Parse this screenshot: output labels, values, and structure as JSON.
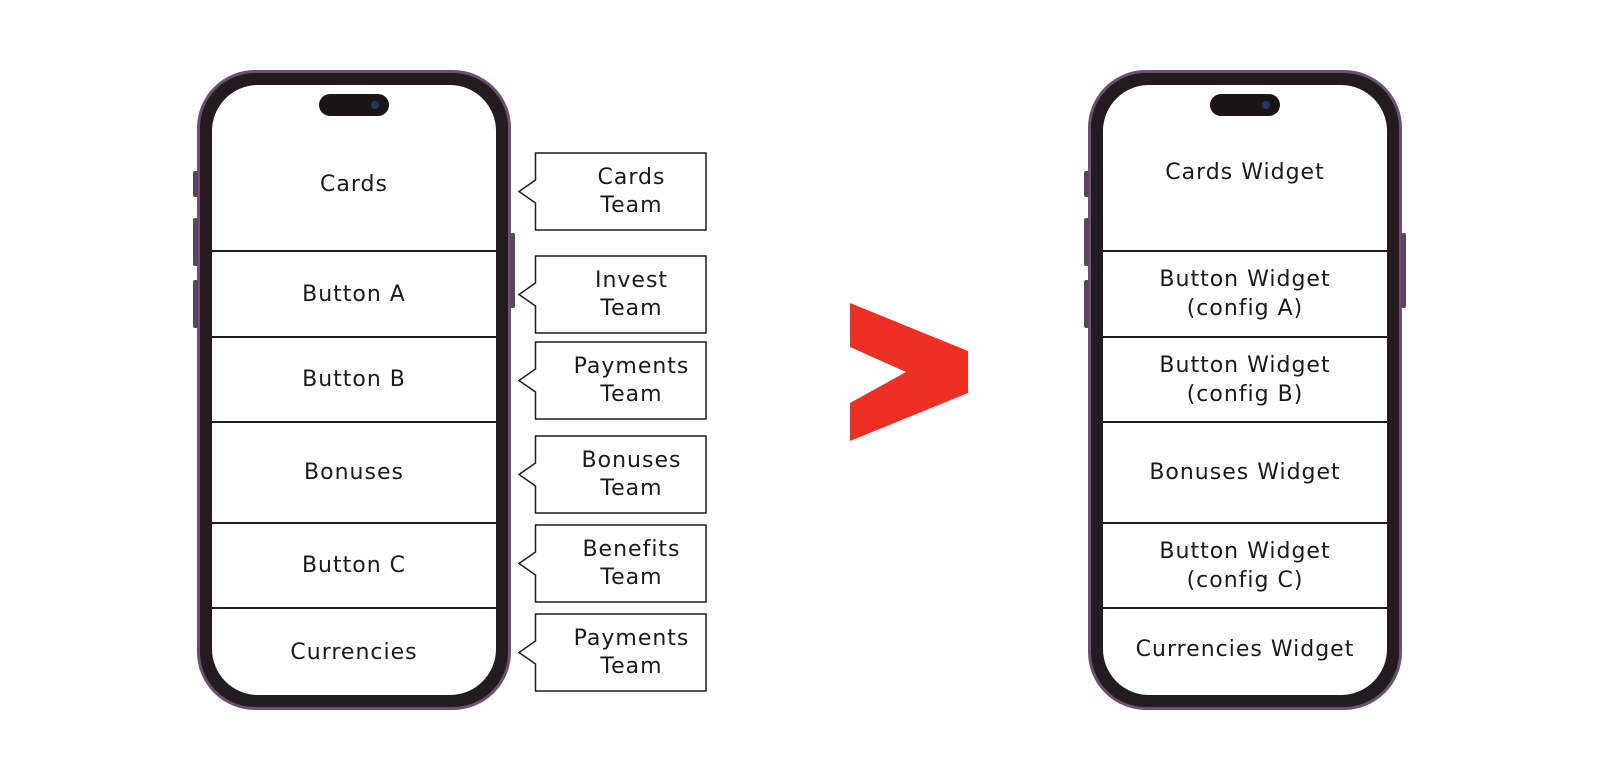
{
  "left_phone": {
    "sections": [
      "Cards",
      "Button A",
      "Button B",
      "Bonuses",
      "Button C",
      "Currencies"
    ]
  },
  "teams": [
    "Cards\nTeam",
    "Invest\nTeam",
    "Payments\nTeam",
    "Bonuses\nTeam",
    "Benefits\nTeam",
    "Payments\nTeam"
  ],
  "right_phone": {
    "sections": [
      "Cards Widget",
      "Button Widget\n(config A)",
      "Button Widget\n(config B)",
      "Bonuses Widget",
      "Button Widget\n(config C)",
      "Currencies Widget"
    ]
  },
  "colors": {
    "arrow": "#ee3024",
    "phone_frame": "#6e4f70",
    "phone_body": "#231b1f"
  },
  "icons": {
    "arrow": "chevron-right-icon"
  }
}
